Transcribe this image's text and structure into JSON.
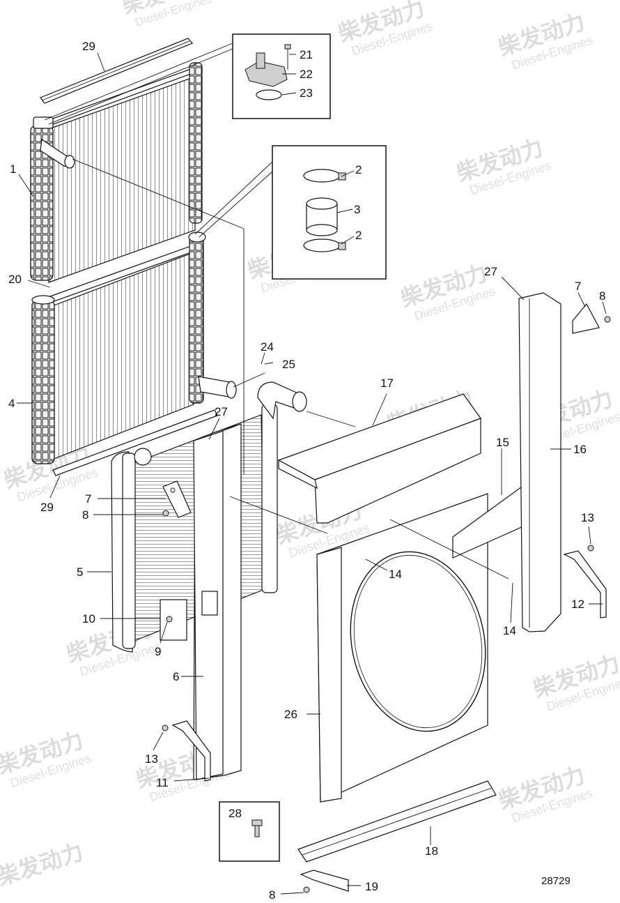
{
  "diagram": {
    "reference_number": "28729",
    "watermark": {
      "chinese": "柴发动力",
      "english": "Diesel-Engines"
    },
    "callouts": [
      {
        "id": "c29a",
        "text": "29"
      },
      {
        "id": "c21",
        "text": "21"
      },
      {
        "id": "c22",
        "text": "22"
      },
      {
        "id": "c23",
        "text": "23"
      },
      {
        "id": "c1",
        "text": "1"
      },
      {
        "id": "c2a",
        "text": "2"
      },
      {
        "id": "c3",
        "text": "3"
      },
      {
        "id": "c2b",
        "text": "2"
      },
      {
        "id": "c20",
        "text": "20"
      },
      {
        "id": "c27a",
        "text": "27"
      },
      {
        "id": "c7a",
        "text": "7"
      },
      {
        "id": "c8a",
        "text": "8"
      },
      {
        "id": "c24",
        "text": "24"
      },
      {
        "id": "c25",
        "text": "25"
      },
      {
        "id": "c4",
        "text": "4"
      },
      {
        "id": "c17",
        "text": "17"
      },
      {
        "id": "c27b",
        "text": "27"
      },
      {
        "id": "c15",
        "text": "15"
      },
      {
        "id": "c16",
        "text": "16"
      },
      {
        "id": "c29b",
        "text": "29"
      },
      {
        "id": "c7b",
        "text": "7"
      },
      {
        "id": "c8b",
        "text": "8"
      },
      {
        "id": "c5",
        "text": "5"
      },
      {
        "id": "c14a",
        "text": "14"
      },
      {
        "id": "c13a",
        "text": "13"
      },
      {
        "id": "c12",
        "text": "12"
      },
      {
        "id": "c14b",
        "text": "14"
      },
      {
        "id": "c10",
        "text": "10"
      },
      {
        "id": "c9",
        "text": "9"
      },
      {
        "id": "c6",
        "text": "6"
      },
      {
        "id": "c26",
        "text": "26"
      },
      {
        "id": "c13b",
        "text": "13"
      },
      {
        "id": "c11",
        "text": "11"
      },
      {
        "id": "c28",
        "text": "28"
      },
      {
        "id": "c18",
        "text": "18"
      },
      {
        "id": "c19",
        "text": "19"
      },
      {
        "id": "c8c",
        "text": "8"
      }
    ]
  }
}
